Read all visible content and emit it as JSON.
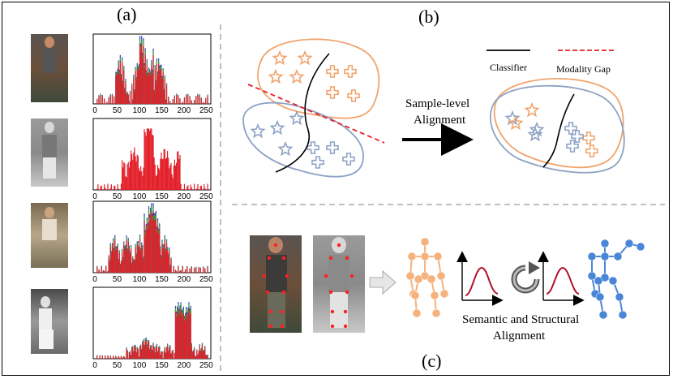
{
  "panels": {
    "a": {
      "label": "(a)"
    },
    "b": {
      "label": "(b)"
    },
    "c": {
      "label": "(c)"
    }
  },
  "legend": {
    "classifier": "Classifier",
    "modality_gap": "Modality Gap"
  },
  "arrow_text": {
    "line1": "Sample-level",
    "line2": "Alignment"
  },
  "caption_c": {
    "line1": "Semantic and Structural",
    "line2": "Alignment"
  },
  "histogram_ticks": [
    "0",
    "50",
    "100",
    "150",
    "200",
    "250"
  ],
  "colors": {
    "orange": "#f0a46c",
    "blue": "#8ea2c4",
    "red_hist": "#e3202a",
    "green_hist": "#3aa23a",
    "blue_hist": "#2b3bd0",
    "skeleton_orange": "#f5b27d",
    "skeleton_blue": "#4a86d8"
  }
}
